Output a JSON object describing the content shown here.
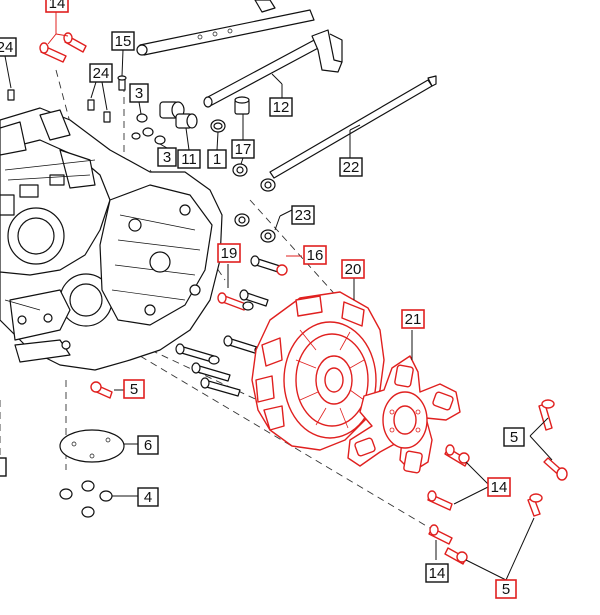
{
  "callouts": {
    "c14_top": "14",
    "c24_left": "24",
    "c15": "15",
    "c24_mid": "24",
    "c3_a": "3",
    "c3_b": "3",
    "c11": "11",
    "c1": "1",
    "c17": "17",
    "c12": "12",
    "c22": "22",
    "c23": "23",
    "c19": "19",
    "c16": "16",
    "c20": "20",
    "c21": "21",
    "c5_left": "5",
    "c6": "6",
    "c4": "4",
    "c5_right": "5",
    "c14_right": "14",
    "c14_bottom": "14",
    "c5_bottom": "5"
  },
  "colors": {
    "highlight": "#e0201f",
    "line": "#111111",
    "background": "#ffffff"
  }
}
